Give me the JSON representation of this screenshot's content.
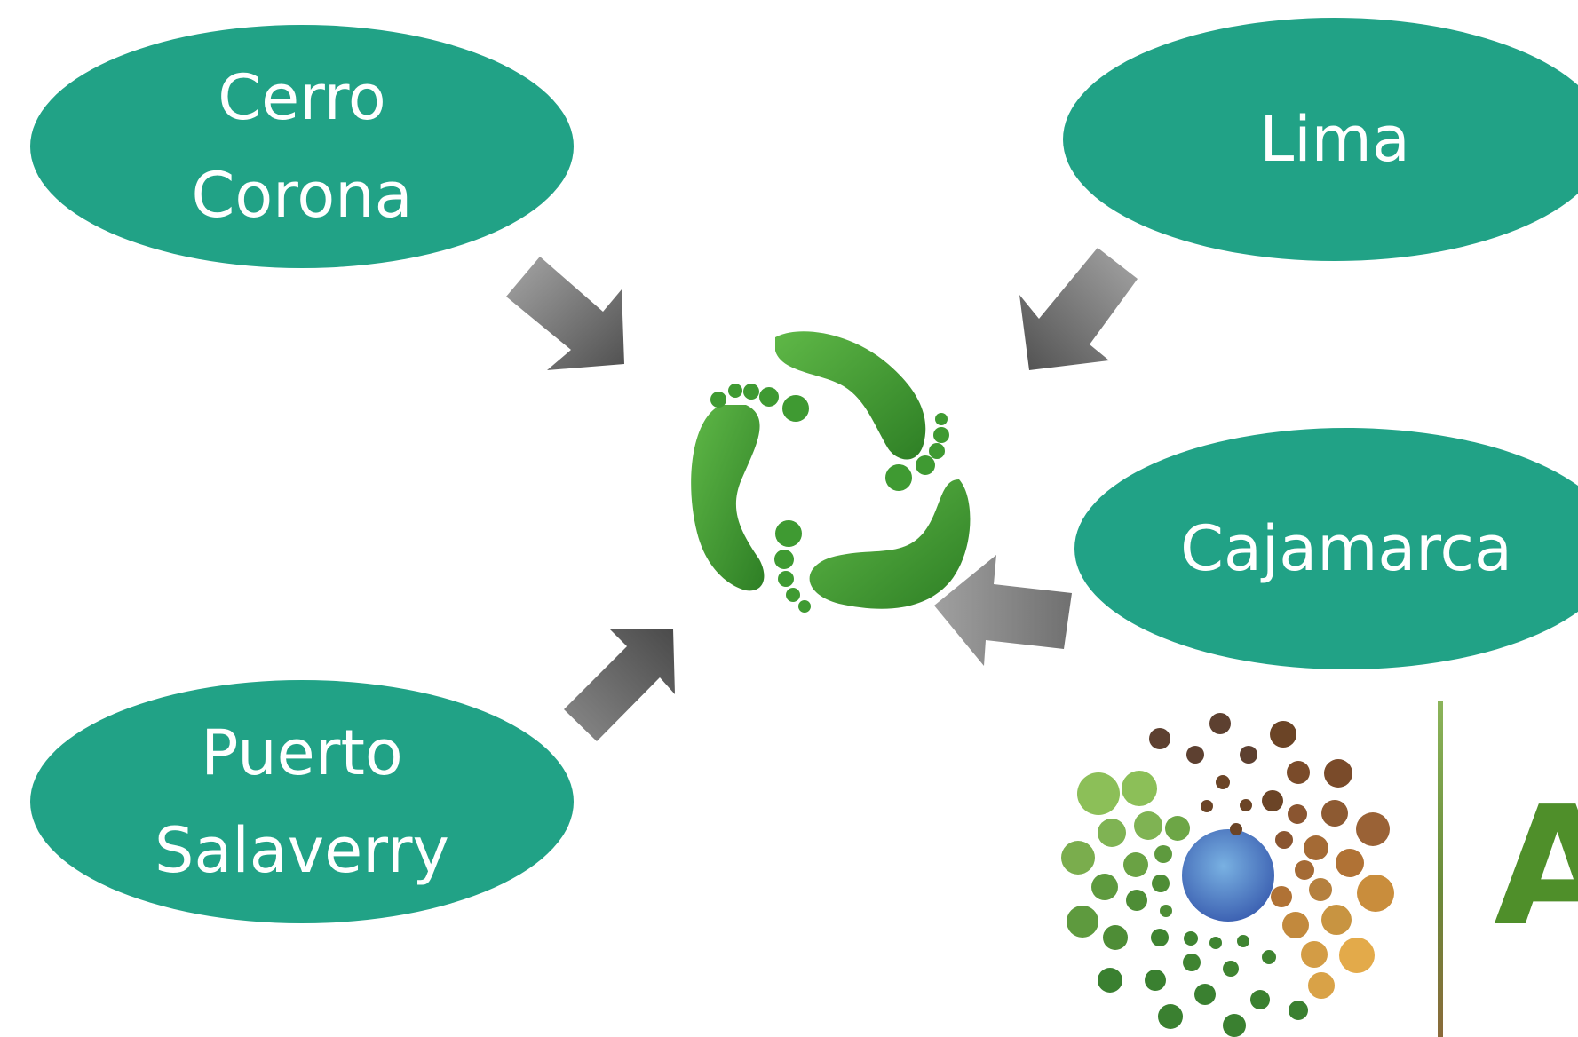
{
  "nodes": {
    "cerro_corona": "Cerro\nCorona",
    "lima": "Lima",
    "cajamarca": "Cajamarca",
    "puerto_salaverry": "Puerto\nSalaverry"
  },
  "colors": {
    "node_fill": "#21a286",
    "node_text": "#ffffff",
    "arrow_dark": "#5f5f5f",
    "arrow_light": "#9a9a9a",
    "footprint_green": "#3f9a32"
  },
  "icons": {
    "center": "green-footprint-recycle-icon",
    "logo": "dotted-circle-logo"
  },
  "logo": {
    "letter": "A"
  }
}
